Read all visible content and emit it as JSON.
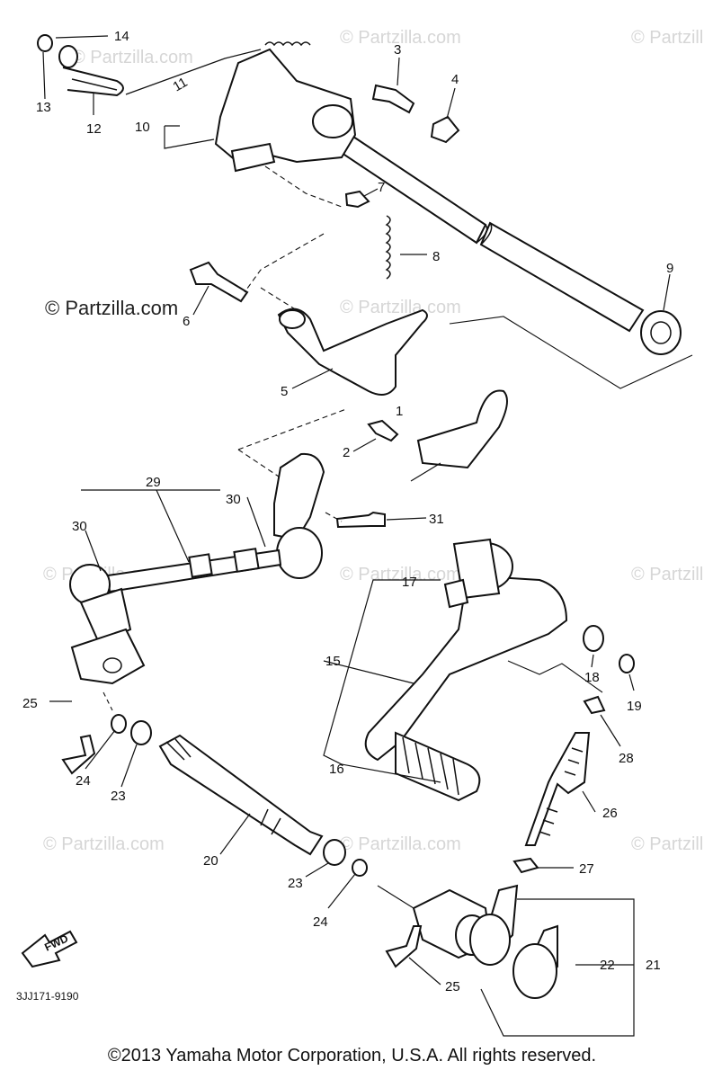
{
  "diagram": {
    "drawing_code": "3JJ171-9190",
    "fwd_label": "FWD",
    "copyright": "©2013 Yamaha Motor Corporation, U.S.A. All rights reserved.",
    "watermark": "© Partzilla.com",
    "callouts": [
      "1",
      "2",
      "3",
      "4",
      "5",
      "6",
      "7",
      "8",
      "9",
      "10",
      "11",
      "12",
      "13",
      "14",
      "15",
      "16",
      "17",
      "18",
      "19",
      "20",
      "21",
      "22",
      "23",
      "24",
      "25",
      "26",
      "27",
      "28",
      "29",
      "30",
      "31"
    ]
  }
}
